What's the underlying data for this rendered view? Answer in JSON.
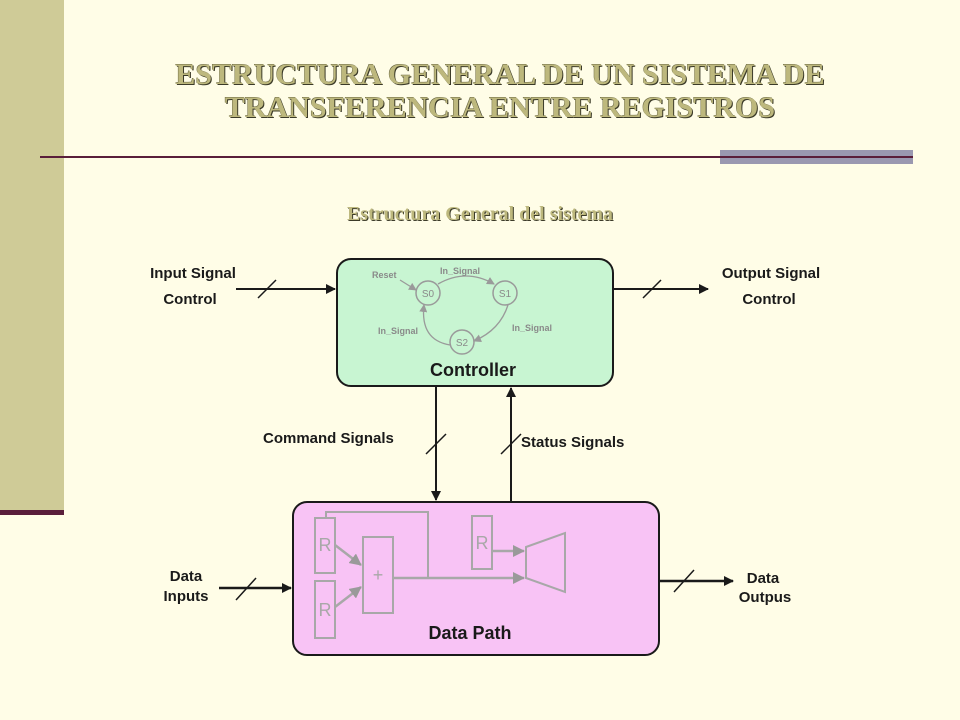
{
  "slide": {
    "title_line1": "ESTRUCTURA GENERAL DE UN SISTEMA DE",
    "title_line2": "TRANSFERENCIA ENTRE REGISTROS",
    "subtitle": "Estructura General del sistema"
  },
  "diagram": {
    "input_signal_line1": "Input Signal",
    "input_signal_line2": "Control",
    "output_signal_line1": "Output Signal",
    "output_signal_line2": "Control",
    "controller_label": "Controller",
    "command_signals": "Command Signals",
    "status_signals": "Status Signals",
    "datapath_label": "Data Path",
    "data_inputs_line1": "Data",
    "data_inputs_line2": "Inputs",
    "data_outputs_line1": "Data",
    "data_outputs_line2": "Outpus",
    "fsm": {
      "reset": "Reset",
      "s0": "S0",
      "s1": "S1",
      "s2": "S2",
      "edge_s0_s1": "In_Signal",
      "edge_s1_s2": "In_Signal",
      "edge_s2_s0": "In_Signal"
    },
    "register_label": "R",
    "adder_label": "+"
  },
  "colors": {
    "background": "#FFFDE7",
    "sidebar": "#CFCB97",
    "title": "#BDB87D",
    "controller_fill": "#C8F5D2",
    "datapath_fill": "#F8C3F5",
    "datapath_component": "#A8A8A8"
  }
}
